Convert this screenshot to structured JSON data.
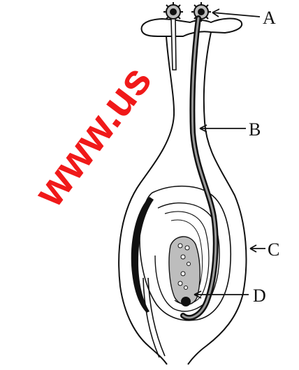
{
  "diagram": {
    "labels": {
      "a": "A",
      "b": "B",
      "c": "C",
      "d": "D"
    },
    "watermark": "www.us",
    "colors": {
      "ink": "#111111",
      "background": "#ffffff",
      "watermark": "#ee0000",
      "shading": "#bdbdbd"
    }
  }
}
